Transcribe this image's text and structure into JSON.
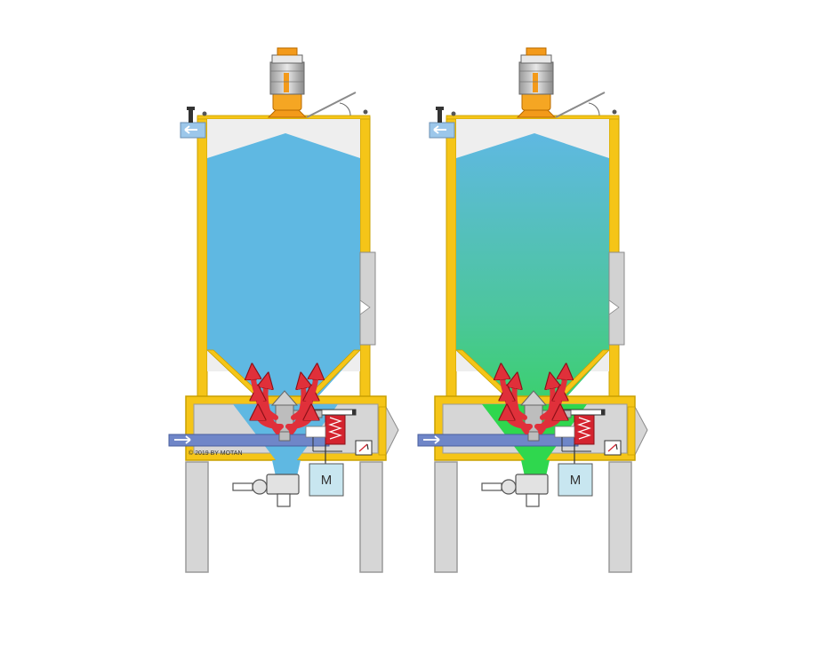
{
  "copyright": "© 2019 BY MOTAN",
  "motor_label": "M",
  "colors": {
    "frame_yellow": "#f5c518",
    "frame_stroke": "#c9a000",
    "material_blue": "#5fb8e2",
    "material_green": "#3fd46a",
    "empty_grey": "#eeeeee",
    "leg_grey": "#d6d6d6",
    "pipe_blue": "#6f86c8",
    "heater_red": "#d4232e",
    "arrow_red": "#e0303a",
    "motor_box": "#c8e6f0",
    "loader_orange": "#f39a1a"
  },
  "icons": {
    "loader": "vacuum-loader-icon",
    "lid": "hinged-lid-icon",
    "air_inlet": "air-inlet-arrow-icon",
    "heat_arrows": "hot-air-flow-arrows-icon",
    "heater": "heating-element-icon",
    "gauge": "thermometer-gauge-icon",
    "motor": "motor-icon",
    "outlet_valve": "discharge-valve-icon"
  },
  "dryers": [
    {
      "id": "left",
      "fill": "solid-blue"
    },
    {
      "id": "right",
      "fill": "blue-to-green-gradient"
    }
  ]
}
